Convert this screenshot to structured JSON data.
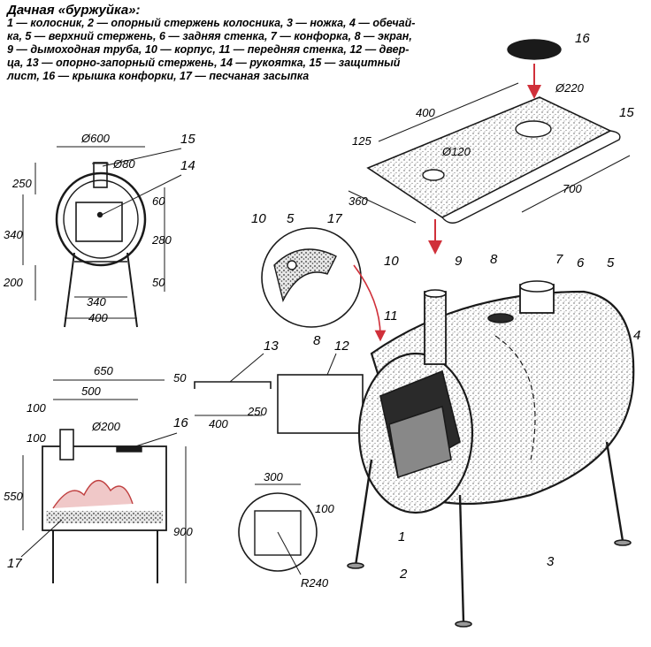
{
  "caption": {
    "title": "Дачная «буржуйка»:",
    "legend_lines": [
      "1 — колосник, 2 — опорный стержень колосника, 3 — ножка, 4 — обечай-",
      "ка, 5 — верхний стержень, 6 — задняя стенка, 7 — конфорка, 8 — экран,",
      "9 — дымоходная труба, 10 — корпус, 11 — передняя стенка, 12 — двер-",
      "ца, 13 — опорно-запорный стержень, 14 — рукоятка, 15 — защитный",
      "лист, 16 — крышка конфорки, 17 — песчаная засыпка"
    ]
  },
  "front_view": {
    "dims": {
      "d600": "Ø600",
      "d80": "Ø80",
      "h250": "250",
      "h340": "340",
      "h200": "200",
      "h60": "60",
      "h280": "280",
      "h50": "50",
      "w340": "340",
      "w400": "400"
    },
    "labels": {
      "n15": "15",
      "n14": "14"
    }
  },
  "side_view": {
    "dims": {
      "w650": "650",
      "w500": "500",
      "h100a": "100",
      "h100b": "100",
      "d200": "Ø200",
      "h550": "550",
      "h900": "900"
    },
    "labels": {
      "n16": "16",
      "n17": "17"
    }
  },
  "door_view": {
    "dims": {
      "h50": "50",
      "w400": "400",
      "h250": "250"
    },
    "labels": {
      "n13": "13",
      "n12": "12"
    }
  },
  "grate_view": {
    "dims": {
      "w300": "300",
      "h100": "100",
      "r240": "R240"
    }
  },
  "detail_view": {
    "labels": {
      "n10": "10",
      "n5": "5",
      "n17": "17",
      "n8": "8"
    }
  },
  "sheet_view": {
    "dims": {
      "w400": "400",
      "w125": "125",
      "d120": "Ø120",
      "d220": "Ø220",
      "w360": "360",
      "w700": "700"
    },
    "labels": {
      "n15": "15",
      "n16": "16"
    }
  },
  "main_view": {
    "labels": {
      "n10": "10",
      "n9": "9",
      "n8": "8",
      "n7": "7",
      "n6": "6",
      "n5": "5",
      "n4": "4",
      "n11": "11",
      "n1": "1",
      "n2": "2",
      "n3": "3"
    }
  },
  "colors": {
    "ink": "#1a1a1a",
    "arrow": "#d0303a",
    "paper": "#ffffff",
    "shade": "#cfcfcf"
  }
}
